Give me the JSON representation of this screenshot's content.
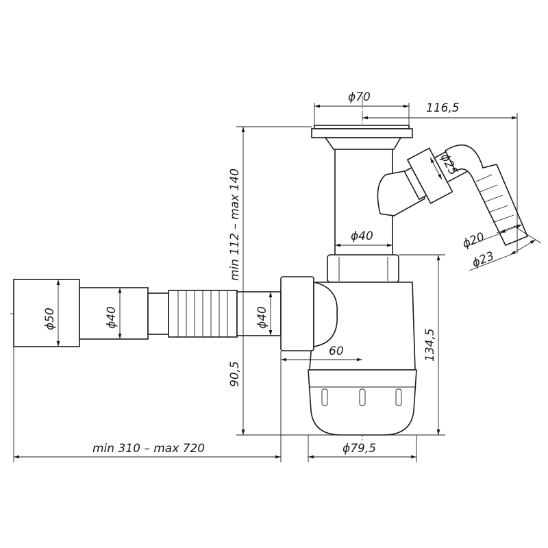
{
  "drawing": {
    "dimensions": {
      "flange_diameter": "ϕ70",
      "branch_offset": "116,5",
      "branch_diameter": "ϕ25",
      "vertical_pipe_diameter": "ϕ40",
      "hose_inner_diameter": "ϕ20",
      "hose_outer_diameter": "ϕ23",
      "height_range": "min 112 – max 140",
      "outlet_diameter": "ϕ50",
      "pipe_diameter": "ϕ40",
      "nut_pipe_diameter": "ϕ40",
      "outlet_offset": "60",
      "outlet_height": "90,5",
      "bottle_height": "134,5",
      "length_range": "min 310 – max 720",
      "bottle_diameter": "ϕ79,5"
    }
  }
}
